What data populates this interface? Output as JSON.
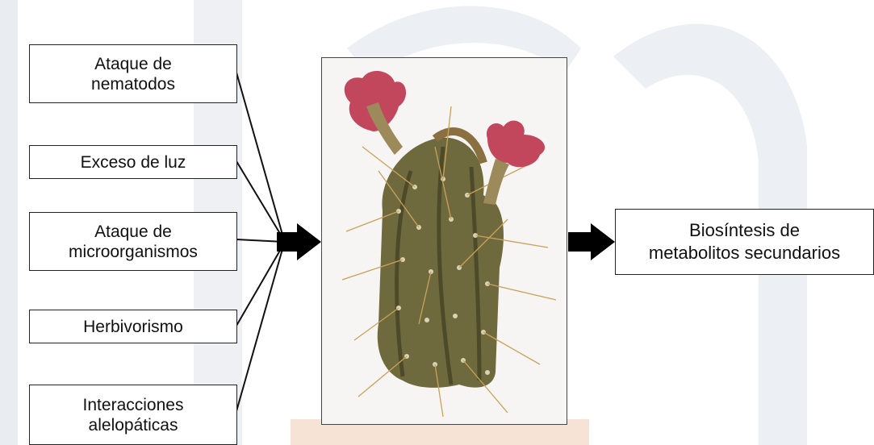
{
  "factors": [
    {
      "label": "Ataque de\nnematodos"
    },
    {
      "label": "Exceso de luz"
    },
    {
      "label": "Ataque de\nmicroorganismos"
    },
    {
      "label": "Herbivorismo"
    },
    {
      "label": "Interacciones\nalelopáticas"
    }
  ],
  "result": {
    "label": "Biosíntesis de\nmetabolitos secundarios"
  },
  "colors": {
    "line": "#111111",
    "arrow": "#000000",
    "watermark": "#e6e9ee",
    "watermark_accent": "#f5ddc8",
    "cactus_body": "#6f6a3e",
    "flower": "#c2465c"
  }
}
